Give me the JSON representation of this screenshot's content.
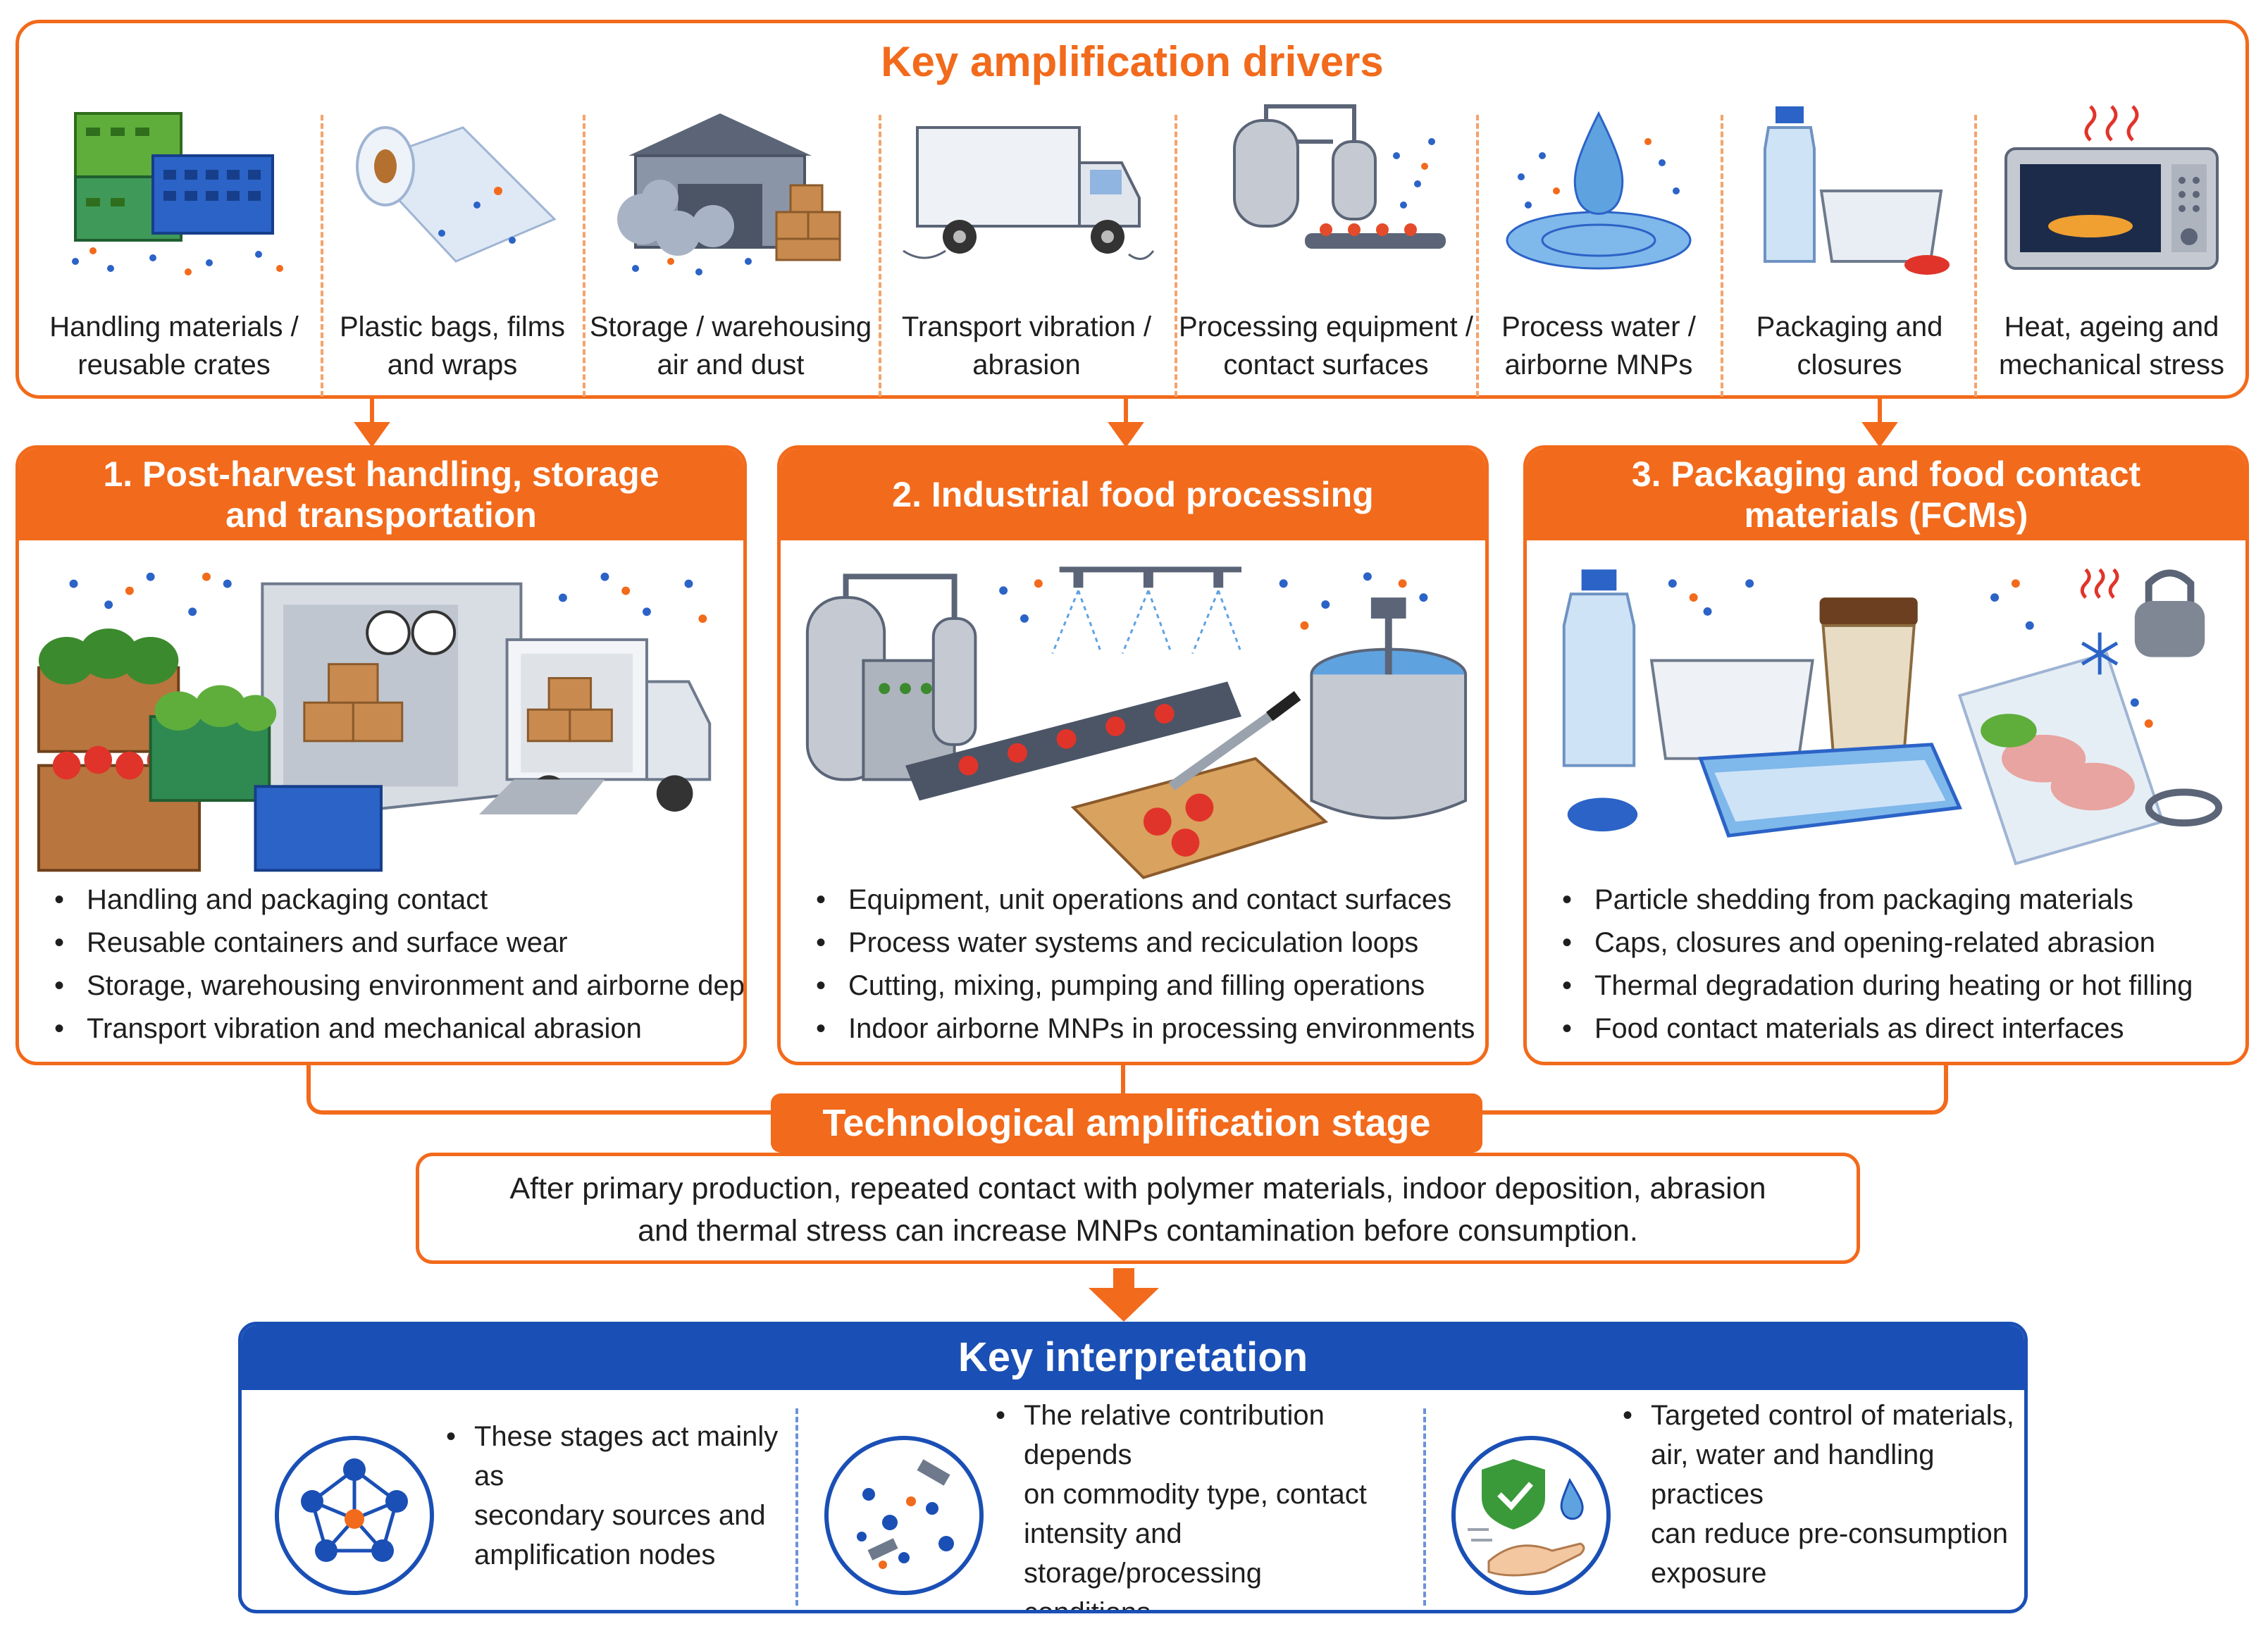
{
  "drivers": {
    "title": "Key amplification drivers",
    "items": [
      {
        "label_line1": "Handling materials /",
        "label_line2": "reusable crates",
        "icon": "crates-icon"
      },
      {
        "label_line1": "Plastic bags, films",
        "label_line2": "and wraps",
        "icon": "film-roll-icon"
      },
      {
        "label_line1": "Storage / warehousing",
        "label_line2": "air and dust",
        "icon": "warehouse-icon"
      },
      {
        "label_line1": "Transport vibration /",
        "label_line2": "abrasion",
        "icon": "truck-icon"
      },
      {
        "label_line1": "Processing equipment /",
        "label_line2": "contact surfaces",
        "icon": "processing-equipment-icon"
      },
      {
        "label_line1": "Process water /",
        "label_line2": "airborne MNPs",
        "icon": "water-drop-icon"
      },
      {
        "label_line1": "Packaging and",
        "label_line2": "closures",
        "icon": "bottle-container-icon"
      },
      {
        "label_line1": "Heat, ageing and",
        "label_line2": "mechanical stress",
        "icon": "microwave-icon"
      }
    ]
  },
  "stages": [
    {
      "title_line1": "1. Post-harvest handling, storage",
      "title_line2": "and transportation",
      "bullets": [
        "Handling and packaging contact",
        "Reusable containers and surface wear",
        "Storage, warehousing environment and airborne deposition",
        "Transport vibration and mechanical abrasion"
      ]
    },
    {
      "title_line1": "2. Industrial food processing",
      "title_line2": "",
      "bullets": [
        "Equipment, unit operations and contact surfaces",
        "Process water systems and reciculation loops",
        "Cutting, mixing, pumping and filling operations",
        "Indoor airborne MNPs in processing environments"
      ]
    },
    {
      "title_line1": "3. Packaging and food contact",
      "title_line2": "materials (FCMs)",
      "bullets": [
        "Particle shedding from packaging materials",
        "Caps, closures and opening-related abrasion",
        "Thermal degradation during heating or hot filling",
        "Food contact materials as direct interfaces"
      ]
    }
  ],
  "tech_stage": {
    "title": "Technological amplification stage",
    "line1": "After primary production, repeated contact with polymer materials, indoor deposition, abrasion",
    "line2": "and thermal stress can increase MNPs contamination before consumption."
  },
  "key_interpretation": {
    "title": "Key interpretation",
    "items": [
      {
        "icon": "network-nodes-icon",
        "lines": [
          "These stages act mainly as",
          "secondary sources and",
          "amplification nodes"
        ]
      },
      {
        "icon": "particles-icon",
        "lines": [
          "The relative contribution depends",
          "on commodity type, contact",
          "intensity and storage/processing",
          "conditions"
        ]
      },
      {
        "icon": "shield-hand-icon",
        "lines": [
          "Targeted control of materials,",
          "air, water and handling practices",
          "can reduce pre-consumption",
          "exposure"
        ]
      }
    ]
  },
  "colors": {
    "accent": "#f26a1b",
    "blue": "#1a4fb5"
  }
}
